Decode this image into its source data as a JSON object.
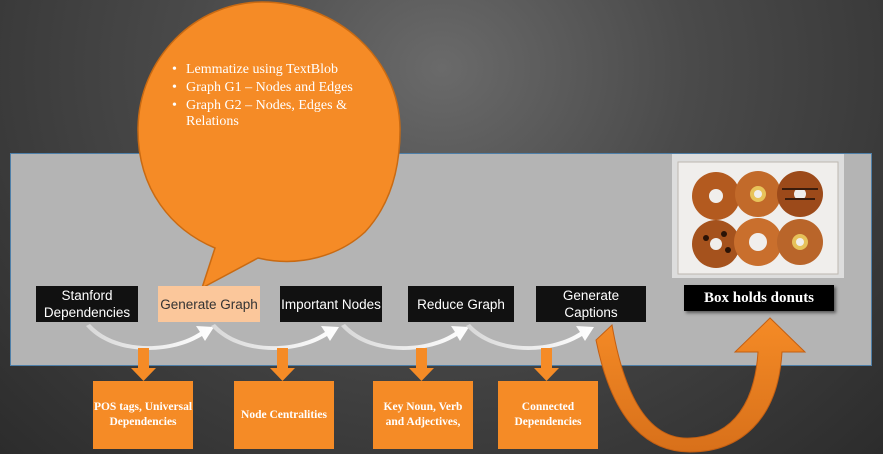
{
  "bubble": {
    "bullets": [
      "Lemmatize using TextBlob",
      "Graph G1 – Nodes and Edges",
      "Graph G2 – Nodes, Edges & Relations"
    ]
  },
  "steps": [
    {
      "label": "Stanford Dependencies",
      "highlight": false
    },
    {
      "label": "Generate Graph",
      "highlight": true
    },
    {
      "label": "Important Nodes",
      "highlight": false
    },
    {
      "label": "Reduce Graph",
      "highlight": false
    },
    {
      "label": "Generate Captions",
      "highlight": false
    }
  ],
  "notes": [
    "POS tags, Universal Dependencies",
    "Node Centralities",
    "Key Noun, Verb and Adjectives,",
    "Connected Dependencies"
  ],
  "result": {
    "caption": "Box holds donuts"
  },
  "colors": {
    "accent_orange": "#f58b26",
    "highlight_step": "#fbc79b",
    "band": "#b4b4b4",
    "step_bg": "#111111"
  }
}
